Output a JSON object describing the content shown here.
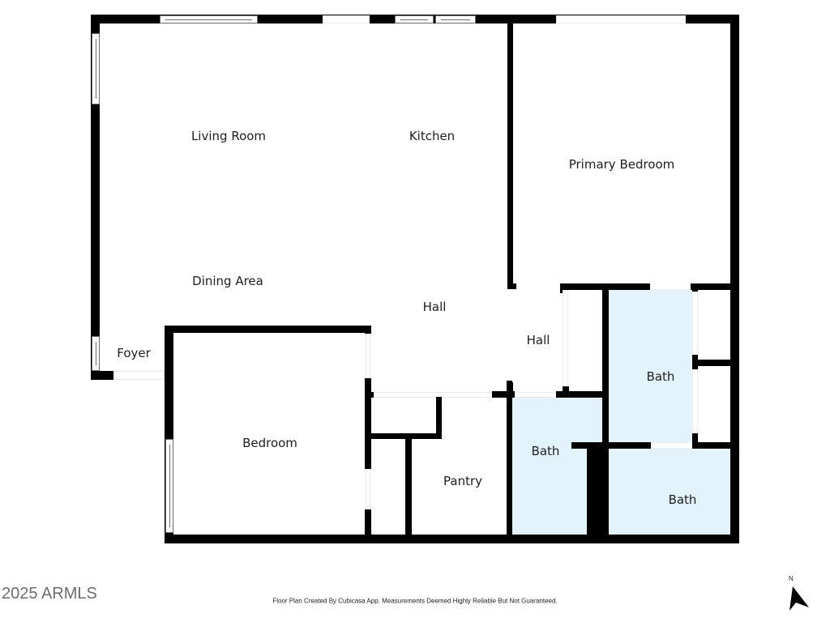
{
  "floor_plan": {
    "rooms": [
      {
        "id": "living-room",
        "label": "Living Room"
      },
      {
        "id": "kitchen",
        "label": "Kitchen"
      },
      {
        "id": "primary-bedroom",
        "label": "Primary Bedroom"
      },
      {
        "id": "dining-area",
        "label": "Dining Area"
      },
      {
        "id": "hall-main",
        "label": "Hall"
      },
      {
        "id": "hall-small",
        "label": "Hall"
      },
      {
        "id": "foyer",
        "label": "Foyer"
      },
      {
        "id": "bedroom",
        "label": "Bedroom"
      },
      {
        "id": "pantry",
        "label": "Pantry"
      },
      {
        "id": "bath-1",
        "label": "Bath"
      },
      {
        "id": "bath-2",
        "label": "Bath"
      },
      {
        "id": "bath-3",
        "label": "Bath"
      }
    ],
    "colors": {
      "wall": "#000000",
      "bath_fill": "#e3f3fc",
      "background": "#ffffff"
    }
  },
  "footer": {
    "copyright": "2025 ARMLS",
    "disclaimer": "Floor Plan Created By Cubicasa App. Measurements Deemed Highly Reliable But Not Guaranteed.",
    "north_label": "N",
    "north_icon": "north-arrow-icon"
  }
}
